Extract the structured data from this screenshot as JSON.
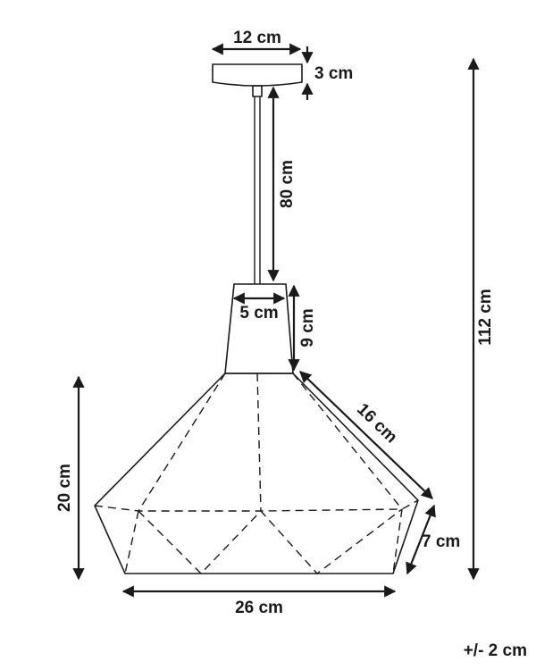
{
  "dimensions": {
    "canopy_width": "12 cm",
    "canopy_height": "3 cm",
    "cable_length": "80 cm",
    "top_width": "5 cm",
    "top_height": "9 cm",
    "slant_length": "16 cm",
    "lower_height": "7 cm",
    "shade_height": "20 cm",
    "base_width": "26 cm",
    "total_height": "112 cm"
  },
  "tolerance": "+/- 2 cm"
}
